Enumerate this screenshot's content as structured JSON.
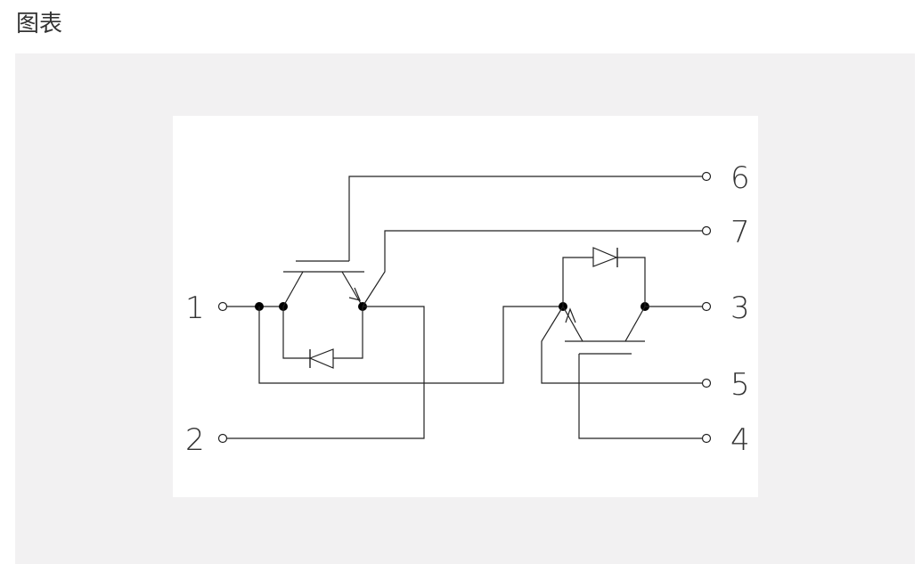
{
  "header": {
    "title": "图表"
  },
  "diagram": {
    "pins": {
      "pin1": "1",
      "pin2": "2",
      "pin3": "3",
      "pin4": "4",
      "pin5": "5",
      "pin6": "6",
      "pin7": "7"
    },
    "colors": {
      "line": "#222222",
      "panel_background": "#f2f1f2",
      "card_background": "#ffffff"
    }
  }
}
